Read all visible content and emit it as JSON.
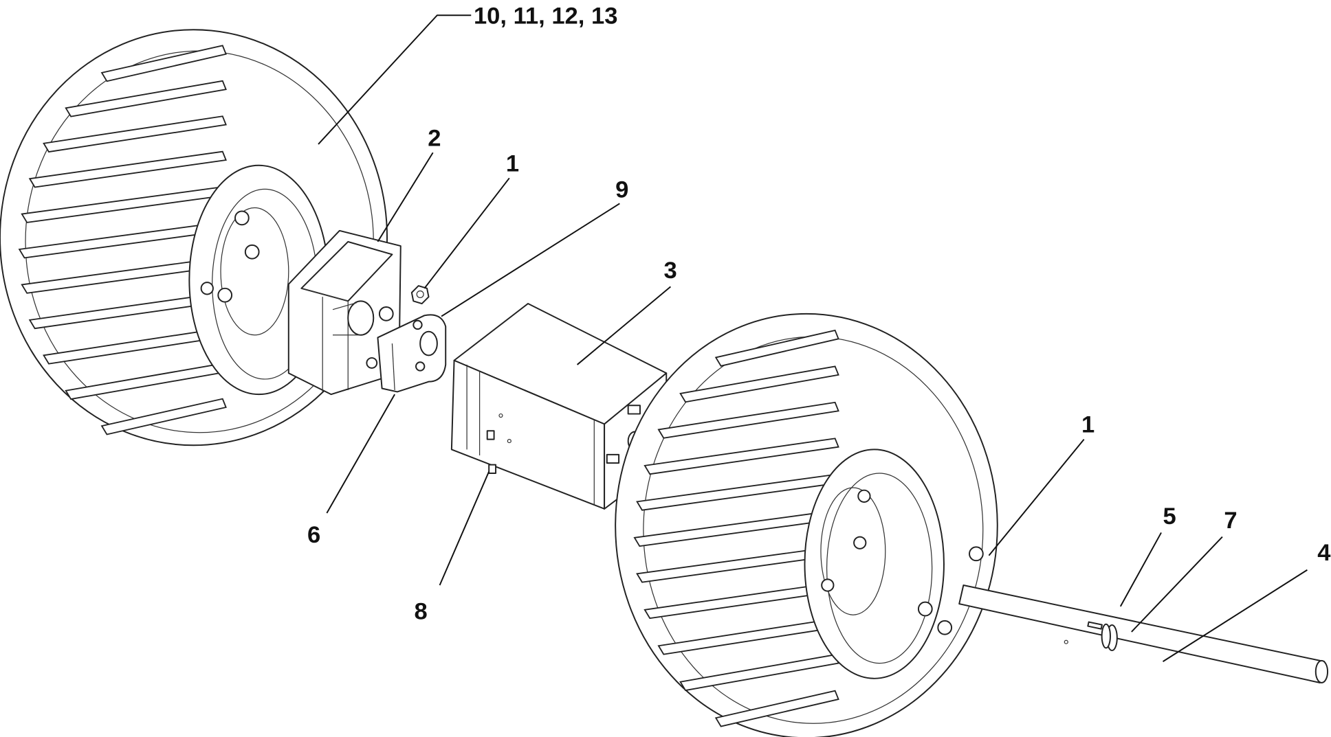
{
  "diagram": {
    "type": "exploded parts diagram",
    "callouts": [
      {
        "id": "c1",
        "label": "10, 11, 12, 13"
      },
      {
        "id": "c2",
        "label": "2"
      },
      {
        "id": "c3",
        "label": "1"
      },
      {
        "id": "c4",
        "label": "9"
      },
      {
        "id": "c5",
        "label": "3"
      },
      {
        "id": "c6",
        "label": "6"
      },
      {
        "id": "c7",
        "label": "8"
      },
      {
        "id": "c8",
        "label": "1"
      },
      {
        "id": "c9",
        "label": "5"
      },
      {
        "id": "c10",
        "label": "7"
      },
      {
        "id": "c11",
        "label": "4"
      }
    ]
  }
}
